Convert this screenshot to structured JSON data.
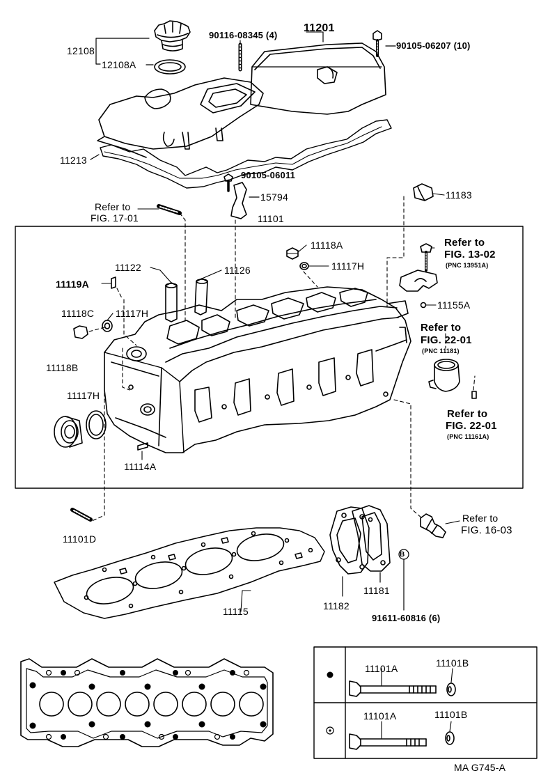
{
  "diagram": {
    "parts": {
      "p12108": "12108",
      "p12108A": "12108A",
      "p90116": "90116-08345 (4)",
      "p11201": "11201",
      "p90105_06207": "90105-06207 (10)",
      "p11213": "11213",
      "p90105_06011": "90105-06011",
      "p15794": "15794",
      "p11183": "11183",
      "p11101": "11101",
      "p11118A": "11118A",
      "p11117H_top": "11117H",
      "p11122": "11122",
      "p11126": "11126",
      "p11119A": "11119A",
      "p11118C": "11118C",
      "p11117H_mid": "11117H",
      "p11155A": "11155A",
      "p11118B": "11118B",
      "p11117H_left": "11117H",
      "p11114A": "11114A",
      "p11101D": "11101D",
      "p11115": "11115",
      "p11182": "11182",
      "p11181": "11181",
      "p91611": "91611-60816 (6)",
      "p11101A_1": "11101A",
      "p11101B_1": "11101B",
      "p11101A_2": "11101A",
      "p11101B_2": "11101B",
      "marker_b": "B"
    },
    "refs": {
      "r17_1": "Refer to",
      "r17_2": "FIG. 17-01",
      "r13_1": "Refer to",
      "r13_2": "FIG. 13-02",
      "r13_3": "(PNC 13951A)",
      "r22a_1": "Refer to",
      "r22a_2": "FIG. 22-01",
      "r22a_3": "(PNC 11181)",
      "r22b_1": "Refer to",
      "r22b_2": "FIG. 22-01",
      "r22b_3": "(PNC 11161A)",
      "r16_1": "Refer to",
      "r16_2": "FIG. 16-03"
    },
    "figure_code": "MA G745-A"
  }
}
